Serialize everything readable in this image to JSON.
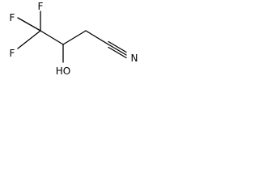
{
  "molecule": {
    "atoms": {
      "fluorine_upper_left": "F",
      "fluorine_top": "F",
      "fluorine_lower_left": "F",
      "hydroxyl": "HO",
      "nitrile_nitrogen": "N"
    },
    "colors": {
      "bond": "#000000",
      "label": "#000000",
      "background": "#ffffff"
    }
  }
}
